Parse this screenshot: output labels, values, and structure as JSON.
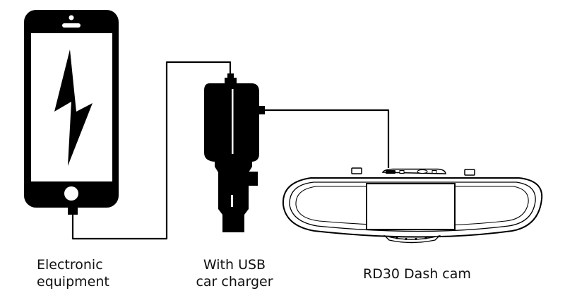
{
  "labels": {
    "phone": [
      "Electronic",
      "equipment"
    ],
    "charger": [
      "With USB",
      "car charger"
    ],
    "dashcam": "RD30 Dash cam"
  },
  "icons": {
    "phone": "smartphone-icon",
    "charge": "lightning-bolt-icon",
    "charger": "usb-car-charger-icon",
    "dashcam": "rearview-mirror-dashcam-icon"
  },
  "colors": {
    "line": "#000000",
    "background": "#ffffff"
  }
}
